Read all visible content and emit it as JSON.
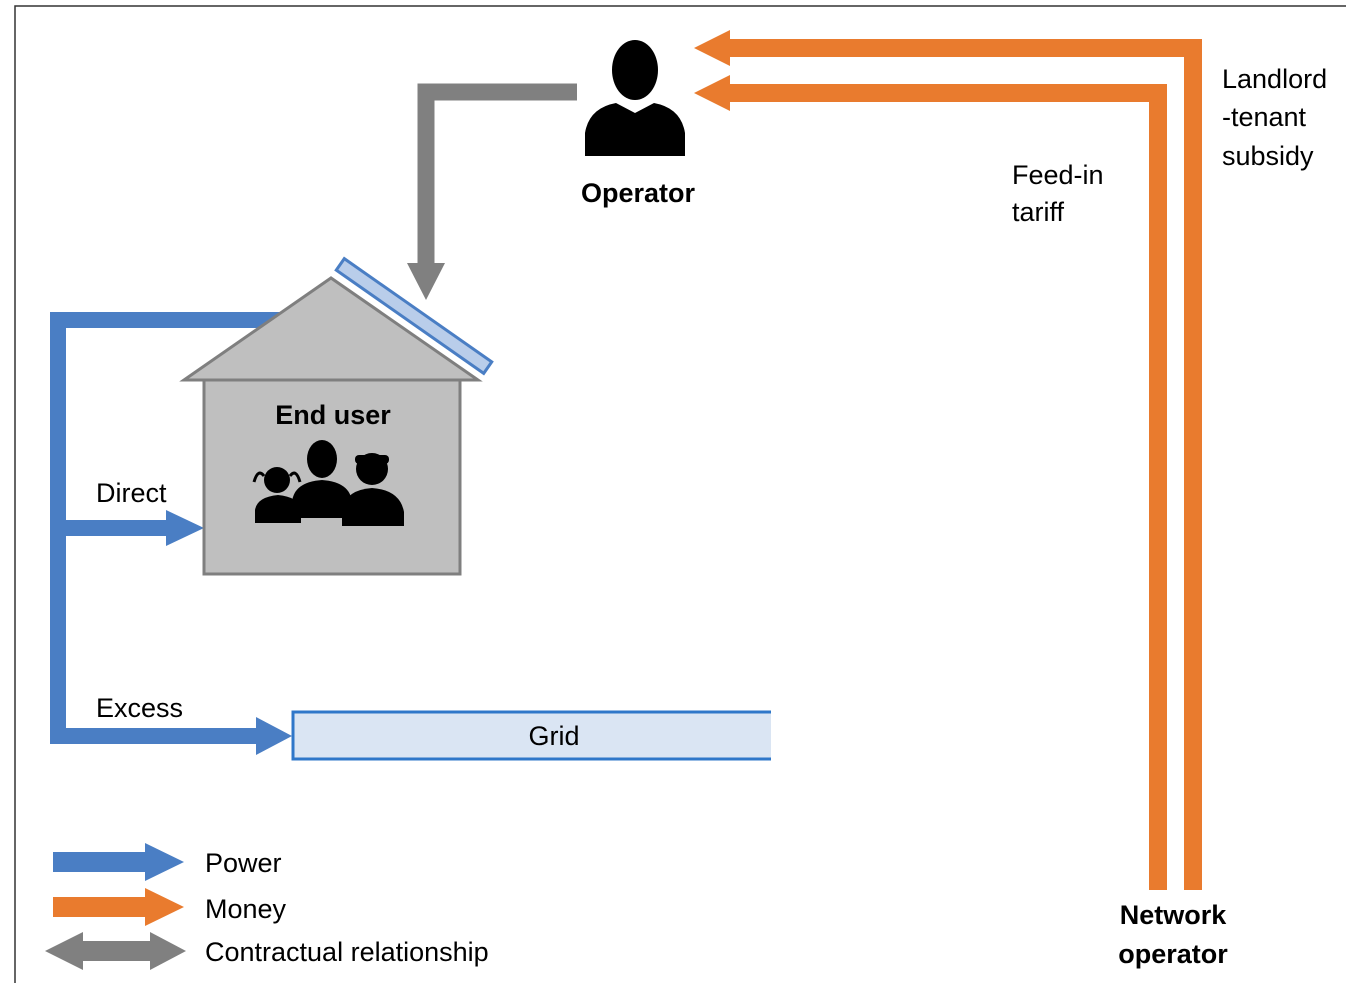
{
  "nodes": {
    "operator": {
      "label": "Operator"
    },
    "end_user": {
      "label": "End user"
    },
    "grid": {
      "label": "Grid"
    },
    "network_operator": {
      "label_line1": "Network",
      "label_line2": "operator"
    }
  },
  "flows": {
    "direct": "Direct",
    "excess": "Excess",
    "feed_in_line1": "Feed-in",
    "feed_in_line2": "tariff",
    "subsidy_line1": "Landlord",
    "subsidy_line2": "-tenant",
    "subsidy_line3": "subsidy"
  },
  "legend": {
    "items": [
      {
        "label": "Power",
        "color": "#4a7ec4"
      },
      {
        "label": "Money",
        "color": "#e97b2e"
      },
      {
        "label": "Contractual relationship",
        "color": "#808080"
      }
    ]
  },
  "colors": {
    "power": "#4a7ec4",
    "money": "#e97b2e",
    "contract": "#808080",
    "house_fill": "#bfbfbf",
    "house_stroke": "#7f7f7f",
    "grid_fill": "#dae5f3",
    "grid_stroke": "#2f77c9",
    "panel_fill": "#b9cdea"
  }
}
